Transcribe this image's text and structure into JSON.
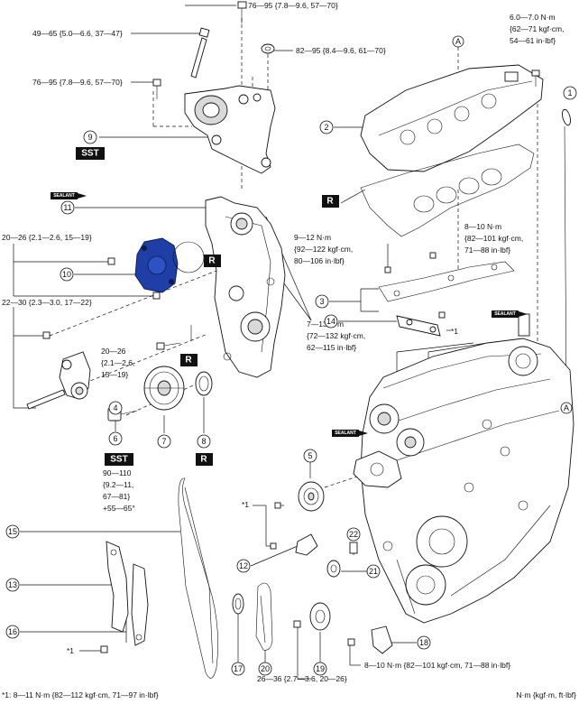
{
  "torque": {
    "t_top": "76—95 {7.8—9.6, 57—70}",
    "t_49": "49—65 {5.0—6.6, 37—47}",
    "t_82": "82—95 {8.4—9.6, 61—70}",
    "t_76b": "76—95 {7.8—9.6, 57—70}",
    "t_6_l1": "6.0—7.0 N·m",
    "t_6_l2": "{62—71 kgf·cm,",
    "t_6_l3": "54—61 in·lbf}",
    "t_20a": "20—26 {2.1—2.6, 15—19}",
    "t_9_l1": "9—12 N·m",
    "t_9_l2": "{92—122 kgf·cm,",
    "t_9_l3": "80—106 in·lbf}",
    "t_8_l1": "8—10 N·m",
    "t_8_l2": "{82—101 kgf·cm,",
    "t_8_l3": "71—88 in·lbf}",
    "t_22": "22—30 {2.3—3.0, 17—22}",
    "t_20b_l1": "20—26",
    "t_20b_l2": "{2.1—2.6,",
    "t_20b_l3": "15—19}",
    "t_7_l1": "7—13 N·m",
    "t_7_l2": "{72—132 kgf·cm,",
    "t_7_l3": "62—115 in·lbf}",
    "t_90_l1": "90—110",
    "t_90_l2": "{9.2—11,",
    "t_90_l3": "67—81}",
    "t_90_l4": "+55—65°",
    "t_bottom_8": "8—10 N·m {82—101 kgf·cm, 71—88 in·lbf}",
    "t_26": "26—36 {2.7—3.6, 20—26}"
  },
  "markers": {
    "star1": "*1",
    "a": "A"
  },
  "tags": {
    "sst": "SST",
    "r": "R",
    "sealant": "SEALANT"
  },
  "callouts": [
    "1",
    "2",
    "3",
    "4",
    "5",
    "6",
    "7",
    "8",
    "9",
    "10",
    "11",
    "12",
    "13",
    "14",
    "15",
    "16",
    "17",
    "18",
    "19",
    "20",
    "21",
    "22"
  ],
  "footnote": "*1: 8—11 N·m {82—112 kgf·cm, 71—97 in·lbf}",
  "units": "N·m {kgf·m, ft·lbf}",
  "colors": {
    "pump_blue": "#1f3fa6",
    "tag_black": "#111111"
  }
}
